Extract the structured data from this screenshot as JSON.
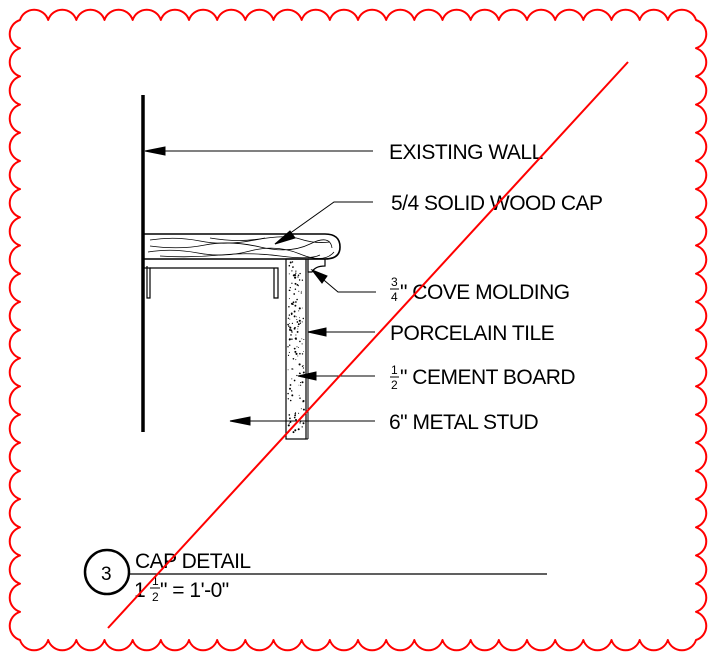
{
  "labels": {
    "existing_wall": "EXISTING WALL",
    "wood_cap": "5/4  SOLID WOOD CAP",
    "cove_prefix_num": "3",
    "cove_prefix_den": "4",
    "cove_text": "\" COVE MOLDING",
    "porcelain_tile": "PORCELAIN TILE",
    "cement_num": "1",
    "cement_den": "2",
    "cement_text": "\" CEMENT BOARD",
    "metal_stud": "6\" METAL STUD"
  },
  "title_block": {
    "detail_number": "3",
    "title": "CAP DETAIL",
    "scale_whole": "1",
    "scale_num": "1",
    "scale_den": "2",
    "scale_text": "\" = 1'-0\""
  },
  "colors": {
    "revision_cloud": "#ff0000",
    "cancel_line": "#ff0000",
    "ink": "#000000"
  }
}
